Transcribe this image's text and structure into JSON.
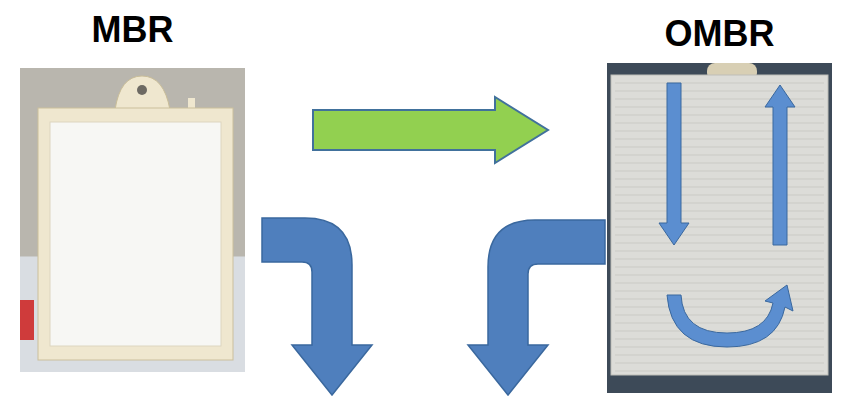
{
  "diagram": {
    "nodes": [
      {
        "text": [
          "MBR"
        ]
      },
      {
        "text": [
          "OMBR"
        ]
      }
    ],
    "edges": [
      {
        "from": 0,
        "to": 1,
        "arrow": "to"
      }
    ]
  }
}
